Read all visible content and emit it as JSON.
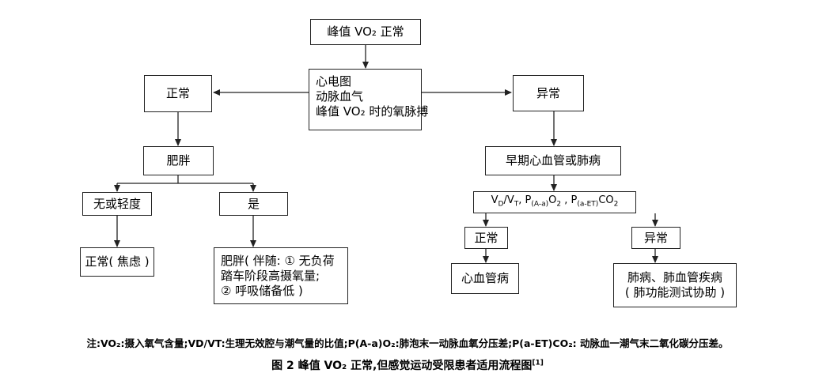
{
  "nodes": {
    "top": "峰值 VO₂ 正常",
    "tests": [
      "心电图",
      "动脉血气",
      "峰值 VO₂ 时的氧脉搏"
    ],
    "normal": "正常",
    "abnormal": "异常",
    "obesity": "肥胖",
    "none_mild": "无或轻度",
    "yes": "是",
    "normal_anxiety": "正常( 焦虑 )",
    "obesity_detail": [
      "肥胖( 伴随: ① 无负荷",
      "踏车阶段高摄氧量;",
      "② 呼吸储备低 )"
    ],
    "early_cv_lung": "早期心血管或肺病",
    "vd_vt_formula": "VD/VT , P(A-a)O2 , P(a-ET)CO2",
    "vd_parts": {
      "v1": "V",
      "d": "D",
      "slash": "/V",
      "t": "T",
      "sep1": ", P",
      "aa": "(A-a)",
      "o2": "O",
      "o2sub": "2",
      "sep2": " , P",
      "aet": "(a-ET)",
      "co2": "CO",
      "co2sub": "2"
    },
    "normal2": "正常",
    "abnormal2": "异常",
    "cv_disease": "心血管病",
    "lung_disease": [
      "肺病、肺血管疾病",
      "( 肺功能测试协助 )"
    ]
  },
  "note": "注:VO₂:摄入氧气含量;VD/VT:生理无效腔与潮气量的比值;P(A-a)O₂:肺泡末一动脉血氧分压差;P(a-ET)CO₂: 动脉血一潮气末二氧化碳分压差。",
  "caption": {
    "text": "图 2   峰值 VO₂ 正常,但感觉运动受限患者适用流程图",
    "ref": "[1]"
  }
}
